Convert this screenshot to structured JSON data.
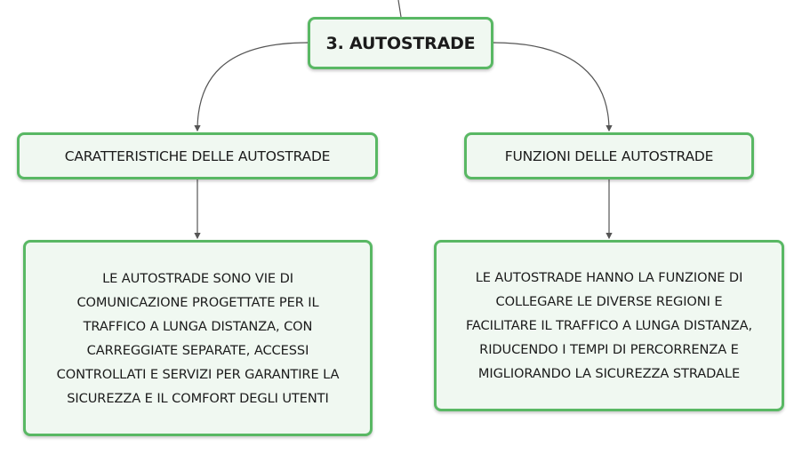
{
  "root": {
    "label": "3. AUTOSTRADE"
  },
  "branches": [
    {
      "title": "CARATTERISTICHE DELLE AUTOSTRADE",
      "detail": "LE AUTOSTRADE SONO VIE DI\nCOMUNICAZIONE PROGETTATE PER IL\nTRAFFICO A LUNGA DISTANZA, CON\nCARREGGIATE SEPARATE, ACCESSI\nCONTROLLATI E SERVIZI PER GARANTIRE LA\nSICUREZZA E IL COMFORT DEGLI UTENTI"
    },
    {
      "title": "FUNZIONI DELLE AUTOSTRADE",
      "detail": "LE AUTOSTRADE HANNO LA FUNZIONE DI\nCOLLEGARE LE DIVERSE REGIONI E\nFACILITARE IL TRAFFICO A LUNGA DISTANZA,\nRIDUCENDO I TEMPI DI PERCORRENZA E\nMIGLIORANDO LA SICUREZZA STRADALE"
    }
  ],
  "colors": {
    "node_border": "#59b864",
    "node_fill": "#f0f8f1",
    "connector": "#555555"
  }
}
